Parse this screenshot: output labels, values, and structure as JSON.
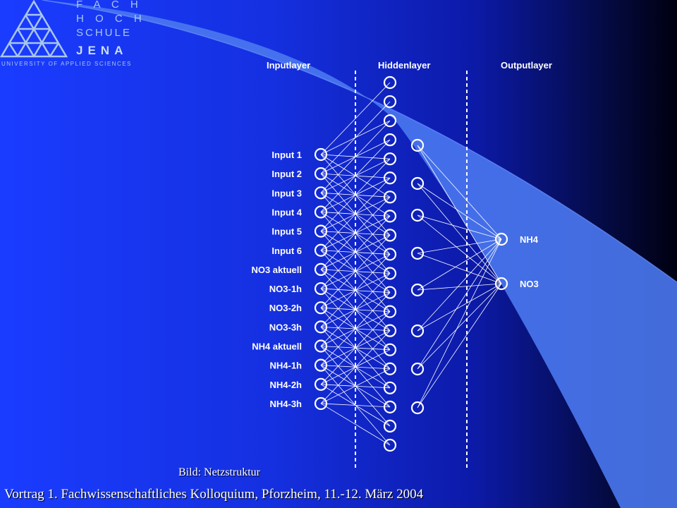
{
  "logo": {
    "line1": "F A C H",
    "line2": "H O C H",
    "line3": "SCHULE",
    "line4": "JENA",
    "subtitle": "UNIVERSITY OF APPLIED SCIENCES"
  },
  "network": {
    "layer_headers": [
      "Inputlayer",
      "Hiddenlayer",
      "Outputlayer"
    ],
    "inputs": [
      "Input 1",
      "Input 2",
      "Input 3",
      "Input 4",
      "Input 5",
      "Input 6",
      "NO3 aktuell",
      "NO3-1h",
      "NO3-2h",
      "NO3-3h",
      "NH4 aktuell",
      "NH4-1h",
      "NH4-2h",
      "NH4-3h"
    ],
    "hidden_column_a_count": 20,
    "hidden_column_b_count": 8,
    "outputs": [
      "NH4",
      "NO3"
    ]
  },
  "caption": "Bild: Netzstruktur",
  "footer": "Vortrag 1. Fachwissenschaftliches  Kolloquium, Pforzheim, 11.-12. März 2004",
  "colors": {
    "background_left": "#1a3cff",
    "background_right": "#000010",
    "swoosh": "#4a78f0",
    "logo": "#a9c6ee",
    "lines": "#ffffff"
  }
}
